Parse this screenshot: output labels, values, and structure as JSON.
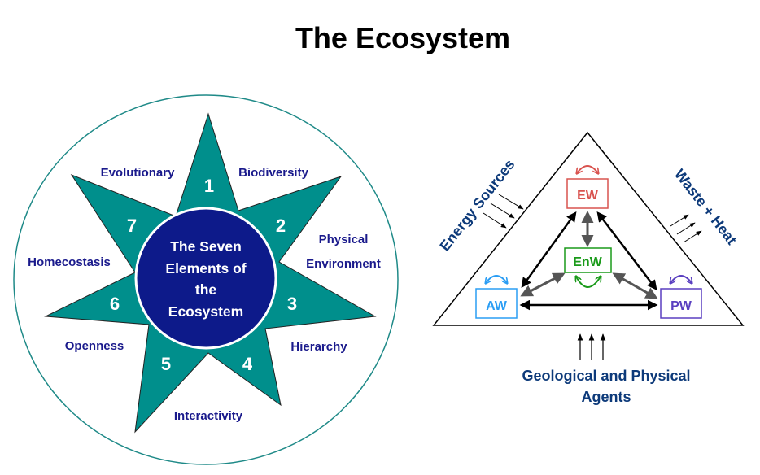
{
  "title": "The Ecosystem",
  "colors": {
    "star_fill": "#008f8c",
    "center_fill": "#0d1a8a",
    "label_blue": "#1a1a8c",
    "dark_blue_text": "#0d3a7a",
    "ew": "#d9534f",
    "enw": "#1a9a1a",
    "aw": "#2a9df4",
    "pw": "#5a3fc0",
    "gray_arrow": "#555555"
  },
  "star": {
    "center_text": [
      "The Seven",
      "Elements of",
      "the",
      "Ecosystem"
    ],
    "points": [
      {
        "number": "1",
        "label": "Biodiversity"
      },
      {
        "number": "2",
        "label": "Physical Environment"
      },
      {
        "number": "3",
        "label": "Hierarchy"
      },
      {
        "number": "4",
        "label": "Interactivity"
      },
      {
        "number": "5",
        "label": "Openness"
      },
      {
        "number": "6",
        "label": "Homecostasis"
      },
      {
        "number": "7",
        "label": "Evolutionary"
      }
    ],
    "label_lines": {
      "physical_1": "Physical",
      "physical_2": "Environment"
    }
  },
  "triangle": {
    "nodes": {
      "ew": "EW",
      "enw": "EnW",
      "aw": "AW",
      "pw": "PW"
    },
    "energy_sources": "Energy Sources",
    "waste_heat": "Waste + Heat",
    "geological_1": "Geological and Physical",
    "geological_2": "Agents"
  }
}
